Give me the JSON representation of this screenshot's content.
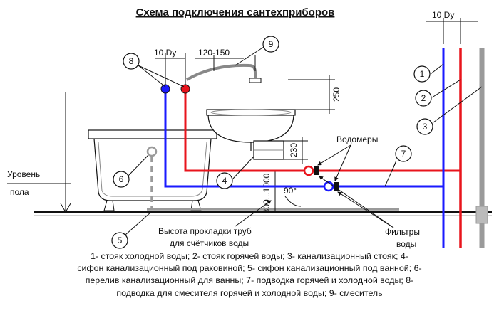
{
  "title": "Схема подключения сантехприборов",
  "dimensions": {
    "riser_gap": "10 Dy",
    "mixer_gap": "10 Dy",
    "mixer_offset": "120-150",
    "mixer_height": "250",
    "meter_height": "230",
    "pipe_height": "300...1000",
    "angle": "90°"
  },
  "labels": {
    "meters": "Водомеры",
    "filters_line1": "Фильтры",
    "filters_line2": "воды",
    "floor_line1": "Уровень",
    "floor_line2": "пола",
    "pipe_height_line1": "Высота прокладки труб",
    "pipe_height_line2": "для счётчиков воды"
  },
  "markers": [
    "1",
    "2",
    "3",
    "4",
    "5",
    "6",
    "7",
    "8",
    "9"
  ],
  "legend_lines": [
    "1- стояк холодной воды;  2- стояк горячей воды;  3- канализационный стояк;  4-",
    "сифон канализационный под раковиной;  5- сифон канализационный под ванной;  6-",
    "перелив канализационный для ванны;  7- подводка горячей и холодной воды;  8-",
    "подводка для смесителя горячей и холодной воды;  9- смеситель"
  ],
  "colors": {
    "cold": "#1a1aff",
    "hot": "#e8141c",
    "sewer": "#9a9a9a",
    "ink": "#111111"
  }
}
